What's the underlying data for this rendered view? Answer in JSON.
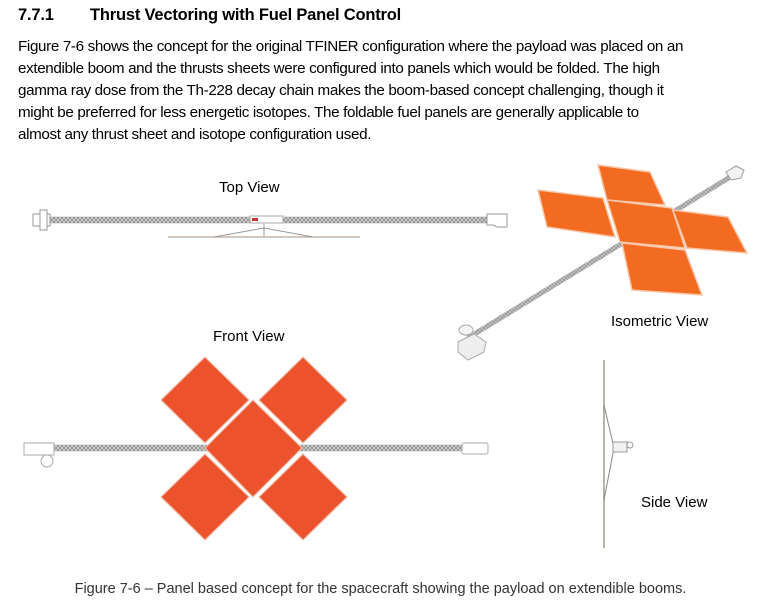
{
  "section": {
    "number": "7.7.1",
    "title": "Thrust Vectoring with Fuel Panel Control"
  },
  "paragraph_lines": [
    "Figure 7-6 shows the concept for the original TFINER configuration where the payload was placed on an",
    "extendible boom and the thrusts sheets were configured into panels which would be folded.  The high",
    "gamma ray dose from the Th-228 decay chain makes the boom-based concept challenging, though it",
    "might be preferred for less energetic isotopes.   The foldable fuel panels are generally applicable to",
    "almost any thrust sheet and isotope configuration used."
  ],
  "figure": {
    "labels": {
      "top": "Top View",
      "isometric": "Isometric View",
      "front": "Front View",
      "side": "Side View"
    },
    "caption": "Figure 7-6 – Panel based concept for the spacecraft showing the payload on extendible booms.",
    "colors": {
      "iso_panel": "#f26b21",
      "front_panel": "#ec532d",
      "boom": "#9a9a9a"
    }
  }
}
